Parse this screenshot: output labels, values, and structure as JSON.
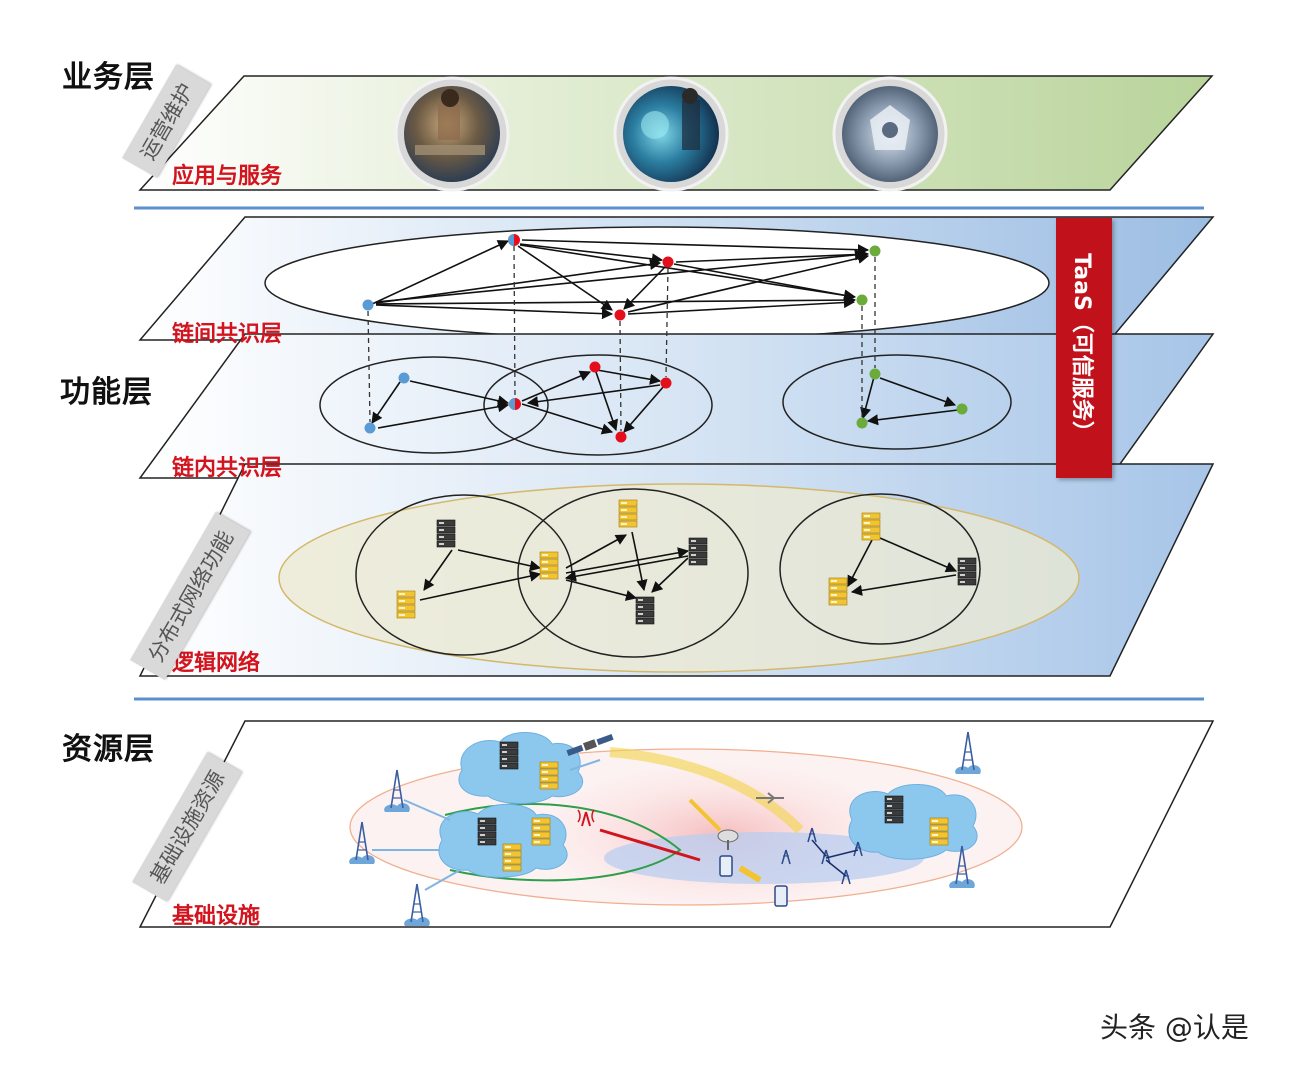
{
  "layers": {
    "business": "业务层",
    "function": "功能层",
    "resource": "资源层"
  },
  "planes": {
    "apps_services": "应用与服务",
    "inter_chain": "链间共识层",
    "intra_chain": "链内共识层",
    "logical_network": "逻辑网络",
    "infrastructure": "基础设施"
  },
  "side_tags": {
    "ops": "运营维护",
    "distributed": "分布式网络功能",
    "infra_resources": "基础设施资源"
  },
  "taas": "TaaS（可信服务）",
  "watermark": "头条 @认是",
  "colors": {
    "business_plane": "#c9dcb0",
    "function_plane": "#a8c4e6",
    "separator": "#5b8fcf",
    "taas_red": "#c1121c",
    "label_red": "#d2141e",
    "node_blue": "#5b9bd5",
    "node_red": "#e3101c",
    "node_green": "#6aab3c"
  }
}
